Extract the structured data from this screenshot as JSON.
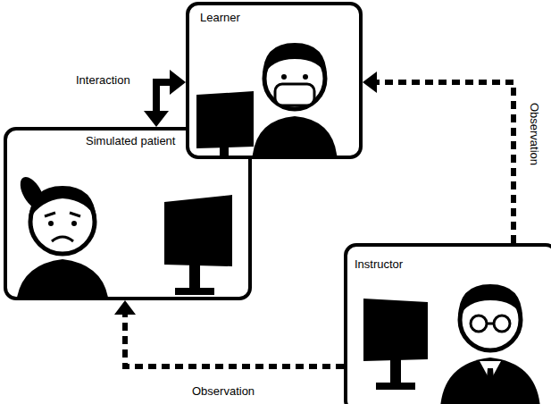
{
  "diagram": {
    "nodes": [
      {
        "text": [
          "Learner"
        ]
      },
      {
        "text": [
          "Simulated patient"
        ]
      },
      {
        "text": [
          "Instructor"
        ]
      }
    ],
    "edges": [
      {
        "from": 1,
        "to": 0,
        "arrow": "both",
        "label": "Interaction"
      },
      {
        "from": 2,
        "to": 0,
        "arrow": "to",
        "label": "Observation"
      },
      {
        "from": 2,
        "to": 1,
        "arrow": "to",
        "label": "Observation"
      }
    ]
  }
}
